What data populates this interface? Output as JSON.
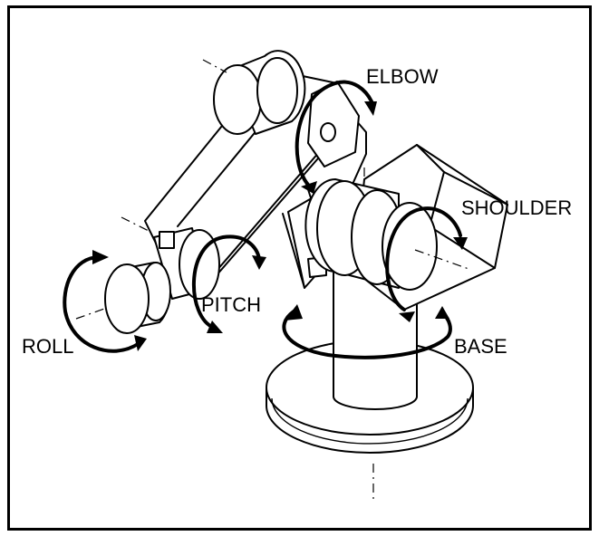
{
  "figure": {
    "labels": {
      "elbow": "ELBOW",
      "shoulder": "SHOULDER",
      "pitch": "PITCH",
      "roll": "ROLL",
      "base": "BASE"
    }
  }
}
